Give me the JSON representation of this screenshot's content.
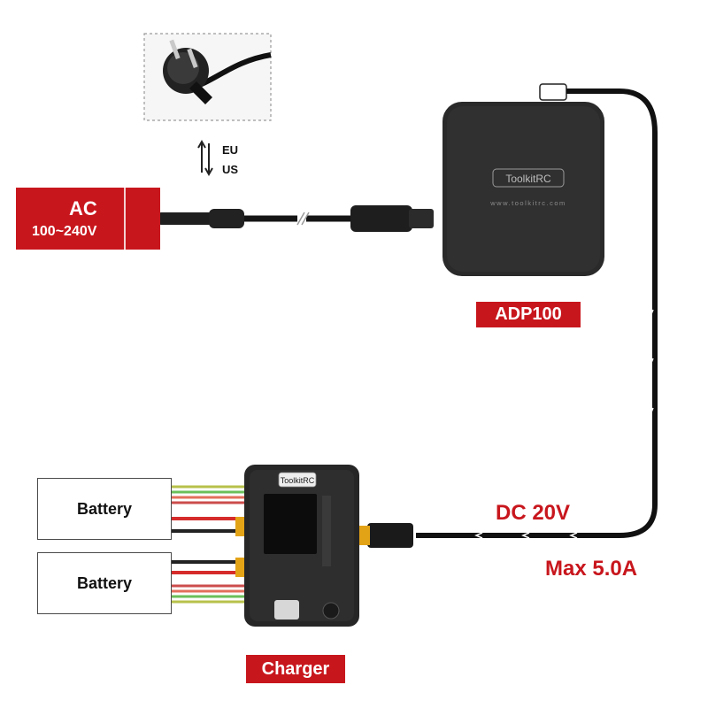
{
  "ac_tag": {
    "line1": "AC",
    "line2": "100~240V"
  },
  "plug_option": {
    "eu": "EU",
    "us": "US"
  },
  "adapter": {
    "label": "ADP100",
    "brand": "ToolkitRC",
    "url": "www.toolkitrc.com"
  },
  "output": {
    "voltage": "DC 20V",
    "current": "Max 5.0A"
  },
  "charger": {
    "label": "Charger",
    "brand": "ToolkitRC"
  },
  "batteries": [
    {
      "label": "Battery"
    },
    {
      "label": "Battery"
    }
  ],
  "colors": {
    "accent": "#c8161d",
    "device": "#2a2a2a",
    "cable": "#1a1a1a"
  }
}
